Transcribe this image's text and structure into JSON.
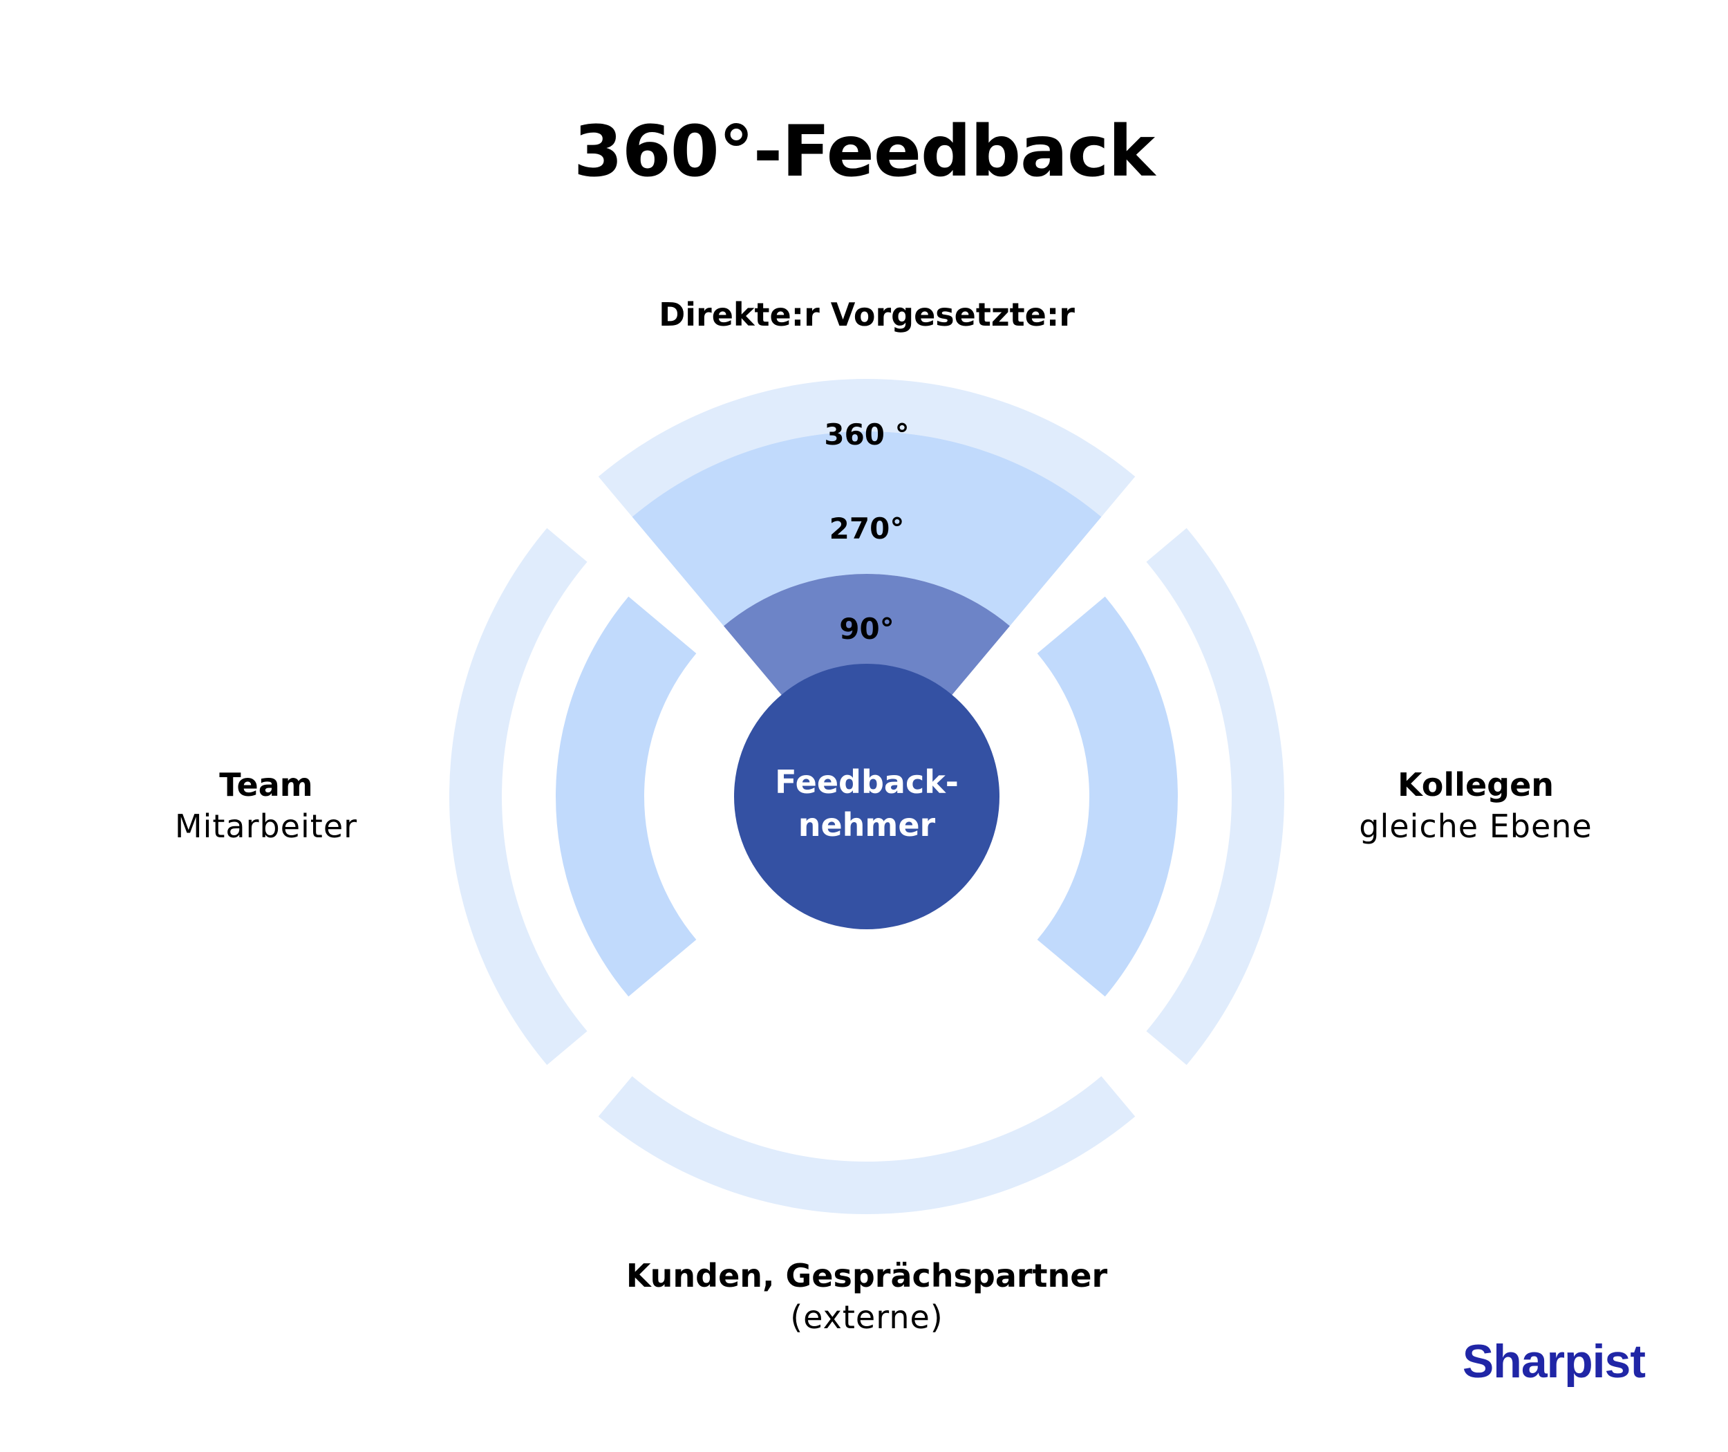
{
  "title": "360°-Feedback",
  "top_label": "Direkte:r Vorgesetzte:r",
  "left_label": {
    "title": "Team",
    "subtitle": "Mitarbeiter"
  },
  "right_label": {
    "title": "Kollegen",
    "subtitle": "gleiche Ebene"
  },
  "bottom_label": {
    "title": "Kunden, Gesprächspartner",
    "subtitle": "(externe)"
  },
  "rings": {
    "outer": "360 °",
    "middle": "270°",
    "inner": "90°"
  },
  "center": {
    "line1": "Feedback-",
    "line2": "nehmer"
  },
  "logo": "Sharpist",
  "colors": {
    "outer_ring": "#e0ecfc",
    "middle_ring": "#c1dafc",
    "inner_ring": "#6d84c7",
    "center": "#3451a3",
    "logo": "#2026a6"
  }
}
